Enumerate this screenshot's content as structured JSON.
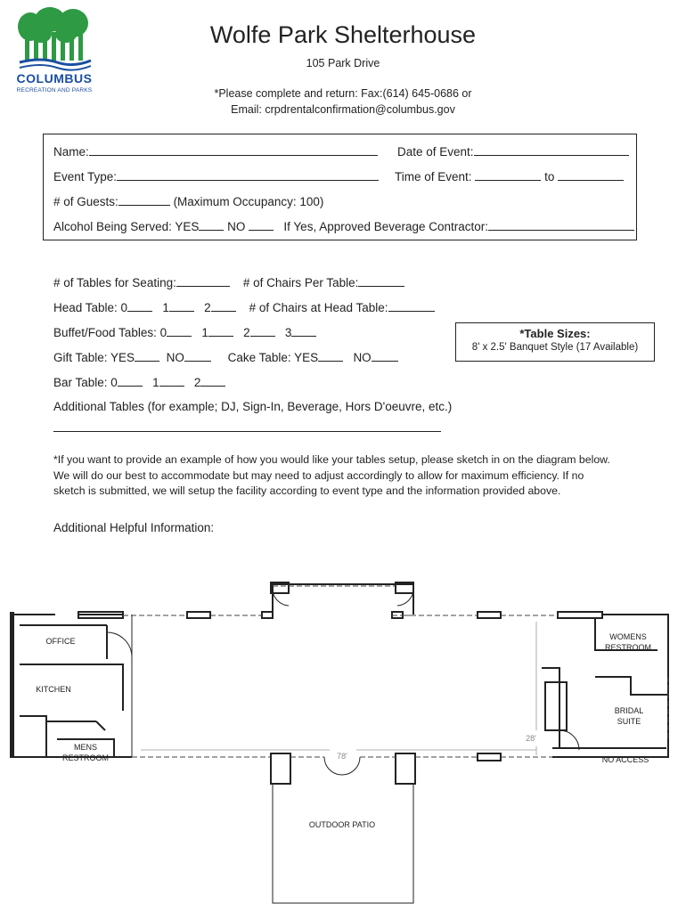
{
  "logo": {
    "word": "COLUMBUS",
    "sub": "RECREATION AND PARKS"
  },
  "header": {
    "title": "Wolfe Park Shelterhouse",
    "address": "105 Park Drive",
    "instructions_line1": "*Please complete and return: Fax:(614) 645-0686 or",
    "instructions_line2": "Email: crpdrentalconfirmation@columbus.gov"
  },
  "form_box": {
    "name_label": "Name:",
    "date_label": "Date of Event:",
    "event_type_label": "Event Type:",
    "time_label": "Time of Event:",
    "time_to": "to",
    "guests_label": "# of Guests:",
    "guests_note": "(Maximum Occupancy: 100)",
    "alcohol_label": "Alcohol Being Served: YES",
    "alcohol_no": "NO",
    "contractor_label": "If Yes, Approved Beverage Contractor:"
  },
  "tables": {
    "seating_label": "# of Tables for Seating:",
    "chairs_per_table_label": "# of Chairs Per Table:",
    "head_table_label": "Head Table: 0",
    "opt_1": "1",
    "opt_2": "2",
    "opt_3": "3",
    "head_chairs_label": "# of Chairs at Head Table:",
    "buffet_label": "Buffet/Food Tables: 0",
    "gift_label": "Gift Table: YES",
    "no_label": "NO",
    "cake_label": "Cake Table: YES",
    "bar_label": "Bar Table: 0",
    "additional_label": "Additional Tables (for example; DJ, Sign-In, Beverage, Hors D'oeuvre, etc.)"
  },
  "table_sizes": {
    "heading": "*Table Sizes:",
    "body": "8' x 2.5' Banquet Style (17 Available)"
  },
  "note": {
    "line1": "*If you want to provide an example of how you would like your tables setup, please sketch in on the diagram below.",
    "line2": "We will do our best to accommodate but may need to adjust accordingly to allow for maximum efficiency. If no",
    "line3": "sketch is submitted, we will setup the facility according to event type and the information provided above."
  },
  "additional_info_label": "Additional Helpful Information:",
  "floor_plan": {
    "office": "OFFICE",
    "kitchen": "KITCHEN",
    "mens_1": "MENS",
    "mens_2": "RESTROOM",
    "womens_1": "WOMENS",
    "womens_2": "RESTROOM",
    "bridal_1": "BRIDAL",
    "bridal_2": "SUITE",
    "no_access": "NO ACCESS",
    "outdoor_patio": "OUTDOOR PATIO",
    "dim_length": "78'",
    "dim_width": "28'"
  },
  "colors": {
    "logo_green": "#2e9a44",
    "logo_blue": "#1a4fa0",
    "ink": "#222222"
  }
}
